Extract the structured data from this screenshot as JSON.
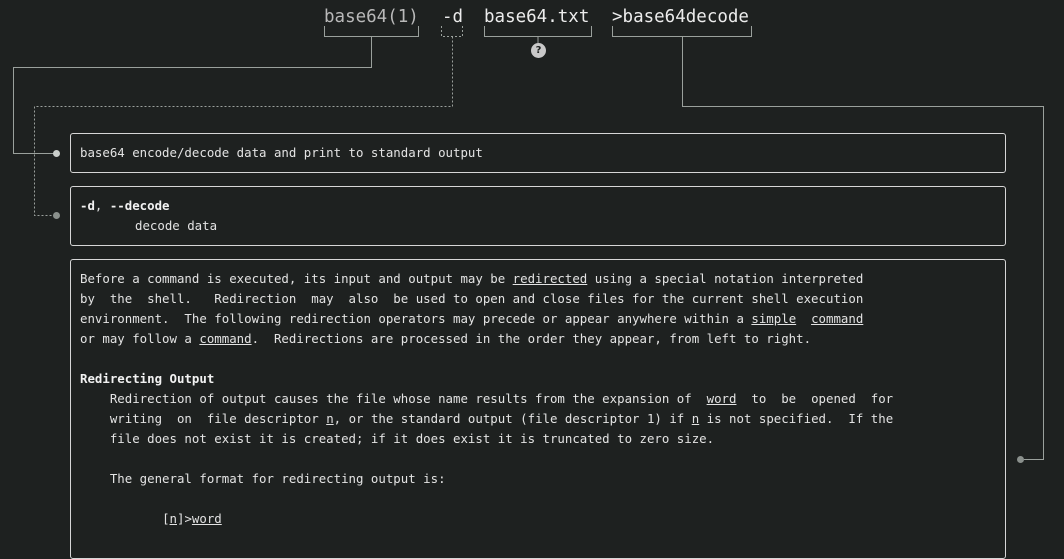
{
  "command": {
    "program": "base64(1)",
    "option": "-d",
    "argument": "base64.txt",
    "redirect": ">base64decode",
    "unknown_badge": "?"
  },
  "explanations": {
    "program": "base64 encode/decode data and print to standard output",
    "option": {
      "flag_short": "-d",
      "separator": ", ",
      "flag_long": "--decode",
      "description": "decode data"
    },
    "redirect": {
      "p1": {
        "a": "Before a command is executed, its input and output may be ",
        "link1": "redirected",
        "b": " using a special notation interpreted",
        "c": "by  the  shell.   Redirection  may  also  be used to open and close files for the current shell execution",
        "d": "environment.  The following redirection operators may precede or appear anywhere within a ",
        "link2": "simple",
        "e": "  ",
        "link3": "command",
        "f": "or may follow a ",
        "link4": "command",
        "g": ".  Redirections are processed in the order they appear, from left to right."
      },
      "heading": "Redirecting Output",
      "p2": {
        "a": "    Redirection of output causes the file whose name results from the expansion of  ",
        "link1": "word",
        "b": "  to  be  opened  for",
        "c": "    writing  on  file descriptor ",
        "link2": "n",
        "d": ", or the standard output (file descriptor 1) if ",
        "link3": "n",
        "e": " is not specified.  If the",
        "f": "    file does not exist it is created; if it does exist it is truncated to zero size."
      },
      "p3": "    The general format for redirecting output is:",
      "format": {
        "indent": "           ",
        "open": "[",
        "n": "n",
        "close_gt": "]>",
        "word": "word"
      }
    }
  },
  "colors": {
    "background": "#1e2120",
    "connector": "#9aa09c",
    "box_border": "#d6d6d6",
    "text": "#e3e3e3"
  }
}
